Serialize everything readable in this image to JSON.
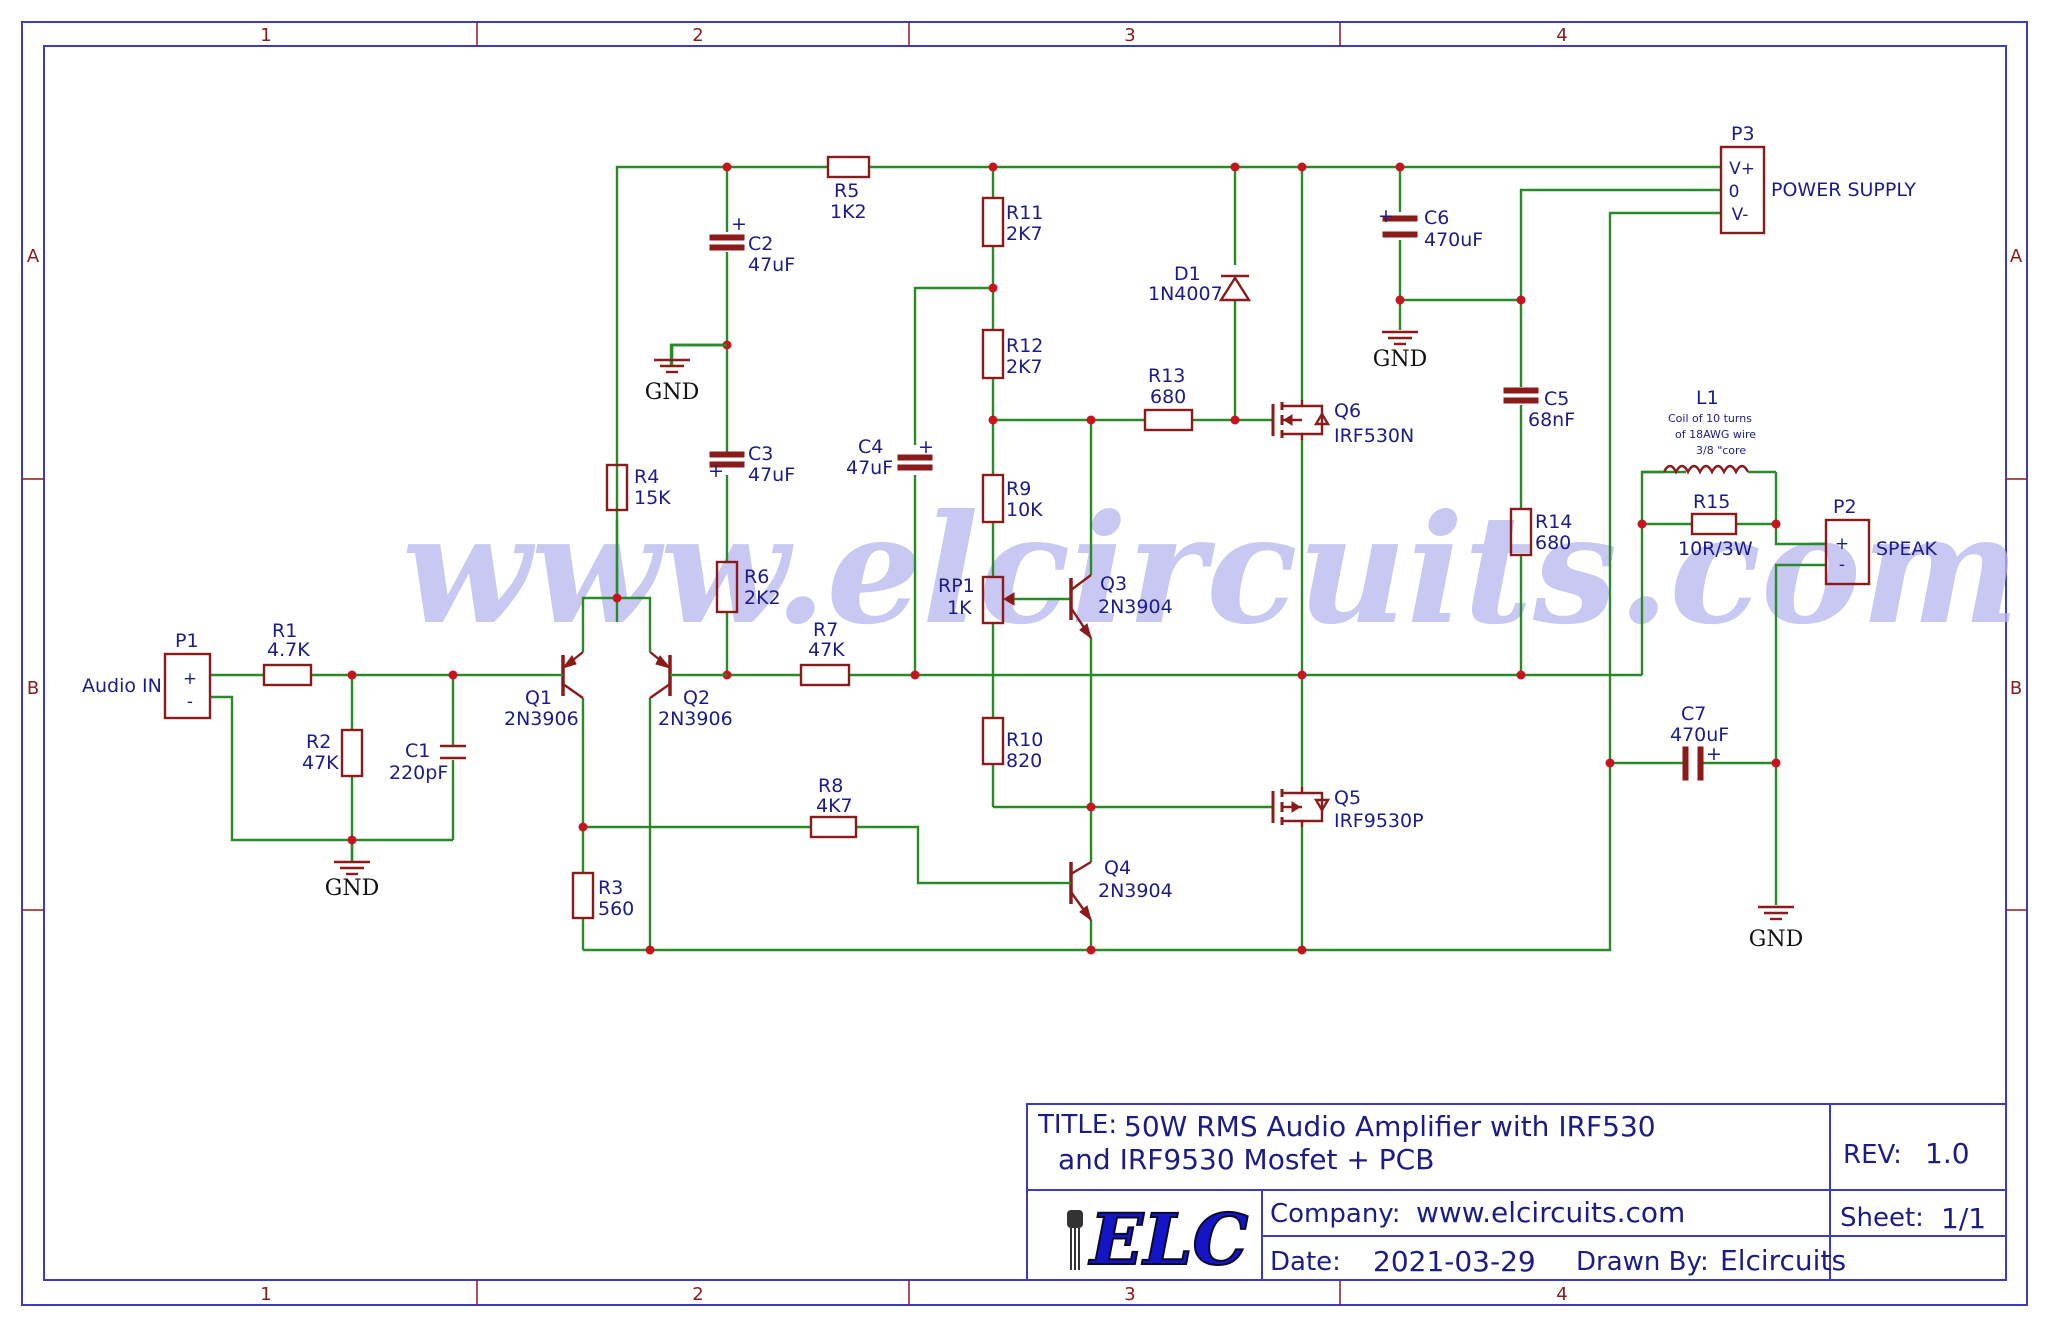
{
  "grid": {
    "columns": [
      "1",
      "2",
      "3",
      "4"
    ],
    "rows": [
      "A",
      "B"
    ]
  },
  "watermark": "www.elcircuits.com",
  "components": {
    "P1": {
      "ref": "P1",
      "name": "Audio IN",
      "pin_plus": "+",
      "pin_minus": "-"
    },
    "P2": {
      "ref": "P2",
      "name": "SPEAK",
      "pin_plus": "+",
      "pin_minus": "-"
    },
    "P3": {
      "ref": "P3",
      "name": "POWER SUPPLY",
      "pin_vplus": "V+",
      "pin_zero": "0",
      "pin_vminus": "V-"
    },
    "R1": {
      "ref": "R1",
      "value": "4.7K"
    },
    "R2": {
      "ref": "R2",
      "value": "47K"
    },
    "R3": {
      "ref": "R3",
      "value": "560"
    },
    "R4": {
      "ref": "R4",
      "value": "15K"
    },
    "R5": {
      "ref": "R5",
      "value": "1K2"
    },
    "R6": {
      "ref": "R6",
      "value": "2K2"
    },
    "R7": {
      "ref": "R7",
      "value": "47K"
    },
    "R8": {
      "ref": "R8",
      "value": "4K7"
    },
    "R9": {
      "ref": "R9",
      "value": "10K"
    },
    "R10": {
      "ref": "R10",
      "value": "820"
    },
    "R11": {
      "ref": "R11",
      "value": "2K7"
    },
    "R12": {
      "ref": "R12",
      "value": "2K7"
    },
    "R13": {
      "ref": "R13",
      "value": "680"
    },
    "R14": {
      "ref": "R14",
      "value": "680"
    },
    "R15": {
      "ref": "R15",
      "value": "10R/3W"
    },
    "RP1": {
      "ref": "RP1",
      "value": "1K"
    },
    "C1": {
      "ref": "C1",
      "value": "220pF"
    },
    "C2": {
      "ref": "C2",
      "value": "47uF"
    },
    "C3": {
      "ref": "C3",
      "value": "47uF"
    },
    "C4": {
      "ref": "C4",
      "value": "47uF"
    },
    "C5": {
      "ref": "C5",
      "value": "68nF"
    },
    "C6": {
      "ref": "C6",
      "value": "470uF"
    },
    "C7": {
      "ref": "C7",
      "value": "470uF"
    },
    "D1": {
      "ref": "D1",
      "value": "1N4007"
    },
    "Q1": {
      "ref": "Q1",
      "value": "2N3906"
    },
    "Q2": {
      "ref": "Q2",
      "value": "2N3906"
    },
    "Q3": {
      "ref": "Q3",
      "value": "2N3904"
    },
    "Q4": {
      "ref": "Q4",
      "value": "2N3904"
    },
    "Q5": {
      "ref": "Q5",
      "value": "IRF9530P"
    },
    "Q6": {
      "ref": "Q6",
      "value": "IRF530N"
    },
    "L1": {
      "ref": "L1",
      "note1": "Coil of 10 turns",
      "note2": "of 18AWG wire",
      "note3": "3/8 \"core"
    }
  },
  "gnd_label": "GND",
  "title_block": {
    "title_label": "TITLE:",
    "title_line1": "50W RMS Audio Amplifier with IRF530",
    "title_line2": "and IRF9530 Mosfet + PCB",
    "rev_label": "REV:",
    "rev_value": "1.0",
    "company_label": "Company:",
    "company_value": "www.elcircuits.com",
    "sheet_label": "Sheet:",
    "sheet_value": "1/1",
    "date_label": "Date:",
    "date_value": "2021-03-29",
    "drawn_label": "Drawn By:",
    "drawn_value": "Elcircuits",
    "logo_text": "ELC"
  }
}
